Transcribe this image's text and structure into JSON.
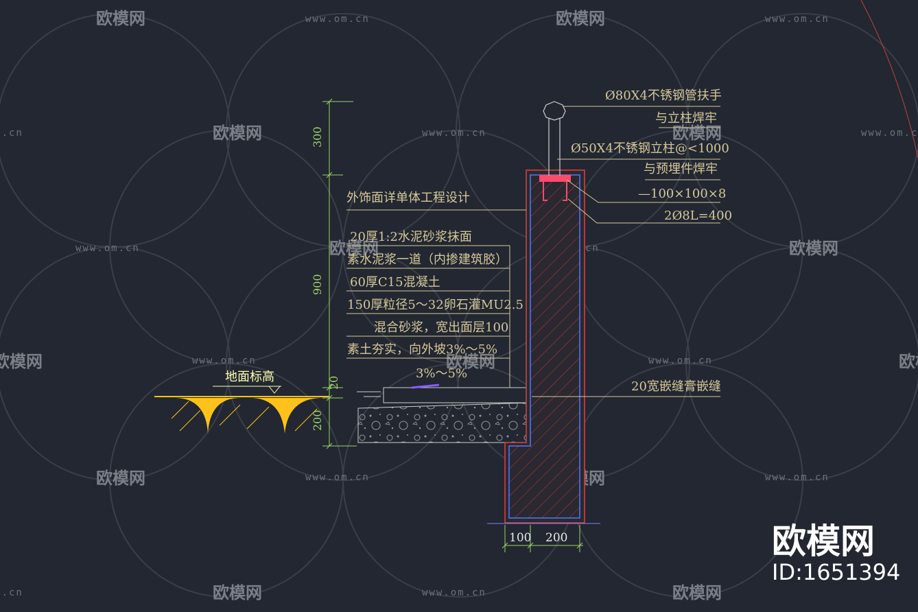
{
  "drawing": {
    "callouts": {
      "handrail": "Ø80X4不锈钢管扶手",
      "handrail_weld": "与立柱焊牢",
      "post": "Ø50X4不锈钢立柱@<1000",
      "post_weld": "与预埋件焊牢",
      "plate": "—100×100×8",
      "anchor": "2Ø8L=400",
      "facade": "外饰面详单体工程设计",
      "joint": "20宽嵌缝膏嵌缝"
    },
    "layers": [
      "20厚1:2水泥砂浆抹面",
      "素水泥浆一道（内掺建筑胶）",
      "60厚C15混凝土",
      "150厚粒径5～32卵石灌MU2.5",
      "混合砂浆，宽出面层100",
      "素土夯实，向外坡3%～5%"
    ],
    "slope_label": "3%～5%",
    "ground_label": "地面标高",
    "dimensions": {
      "vertical": [
        "300",
        "900",
        "20",
        "200"
      ],
      "horizontal": [
        "100",
        "200"
      ]
    }
  },
  "watermark": {
    "brand": "欧模网",
    "url": "www.om.cn",
    "id": "ID:1651394"
  },
  "colors": {
    "background": "#222731",
    "leader": "#d6c89a",
    "dimension": "#9fd36a",
    "wall_outline": "#e04040",
    "wall_inner": "#4a7bff",
    "ground_fill": "#ffc21a"
  }
}
